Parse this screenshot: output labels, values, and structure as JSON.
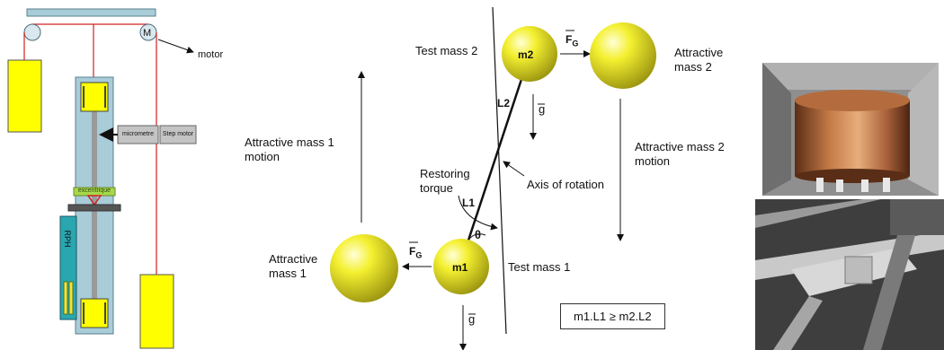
{
  "apparatus": {
    "motor_symbol": "M",
    "motor_label": "motor",
    "micrometre_label": "micrometre",
    "step_motor_label": "Step motor",
    "excentrique_label": "excentrique",
    "rph_label": "RPH"
  },
  "diagram": {
    "test_mass_2": "Test mass 2",
    "m2": "m2",
    "fg_top": "F",
    "fg_sub": "G",
    "attractive_mass_2": "Attractive\nmass 2",
    "l2": "L2",
    "g_top": "g",
    "attractive_mass_1_motion": "Attractive mass 1\nmotion",
    "attractive_mass_2_motion": "Attractive mass 2\nmotion",
    "restoring_torque": "Restoring\ntorque",
    "axis_of_rotation": "Axis of rotation",
    "l1": "L1",
    "theta": "θ",
    "attractive_mass_1": "Attractive\nmass 1",
    "fg_bottom": "F",
    "m1": "m1",
    "test_mass_1": "Test mass 1",
    "equation": "m1.L1 ≥ m2.L2",
    "g_bottom": "g"
  },
  "colors": {
    "sphere": "#f2ee2a",
    "yellow_block": "#ffff00",
    "frame": "#a8ccd8",
    "rph_box": "#2aa6b0",
    "string": "#d02020"
  }
}
